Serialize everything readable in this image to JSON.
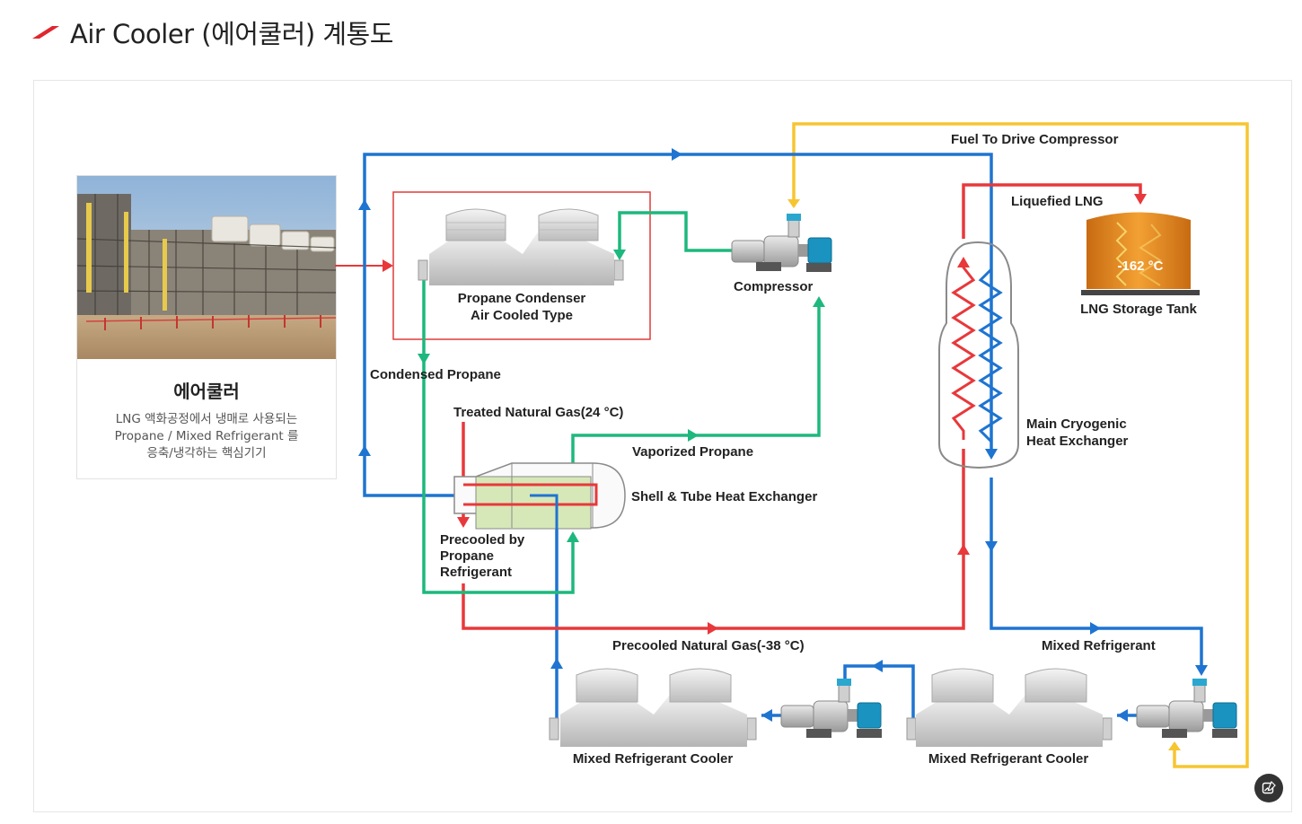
{
  "page": {
    "title": "Air Cooler (에어쿨러) 계통도",
    "accent_color": "#e0262e"
  },
  "card": {
    "photo_icon": "air-cooler-plant-photo",
    "title": "에어쿨러",
    "description_line1": "LNG 액화공정에서 냉매로 사용되는",
    "description_line2": "Propane / Mixed Refrigerant 를",
    "description_line3": "응축/냉각하는 핵심기기"
  },
  "diagram": {
    "colors": {
      "propane_green": "#1db87d",
      "gas_red": "#e8383b",
      "refrigerant_blue": "#1e74d0",
      "fuel_yellow": "#f7c531",
      "box_red": "#e03a3a"
    },
    "labels": {
      "fuel_to_drive_compressor": "Fuel To Drive Compressor",
      "liquefied_lng": "Liquefied LNG",
      "propane_condenser_line1": "Propane Condenser",
      "propane_condenser_line2": "Air Cooled Type",
      "compressor": "Compressor",
      "lng_storage_tank": "LNG Storage Tank",
      "tank_temperature": "-162 °C",
      "condensed_propane": "Condensed Propane",
      "treated_natural_gas": "Treated Natural Gas(24 °C)",
      "vaporized_propane": "Vaporized Propane",
      "shell_tube_heat_exchanger": "Shell & Tube Heat Exchanger",
      "main_cryogenic_line1": "Main Cryogenic",
      "main_cryogenic_line2": "Heat Exchanger",
      "precooled_by_line1": "Precooled by",
      "precooled_by_line2": "Propane",
      "precooled_by_line3": "Refrigerant",
      "precooled_natural_gas": "Precooled Natural Gas(-38 °C)",
      "mixed_refrigerant": "Mixed Refrigerant",
      "mixed_refrigerant_cooler_1": "Mixed Refrigerant Cooler",
      "mixed_refrigerant_cooler_2": "Mixed Refrigerant Cooler"
    }
  },
  "fab": {
    "icon": "image-edit-icon"
  }
}
